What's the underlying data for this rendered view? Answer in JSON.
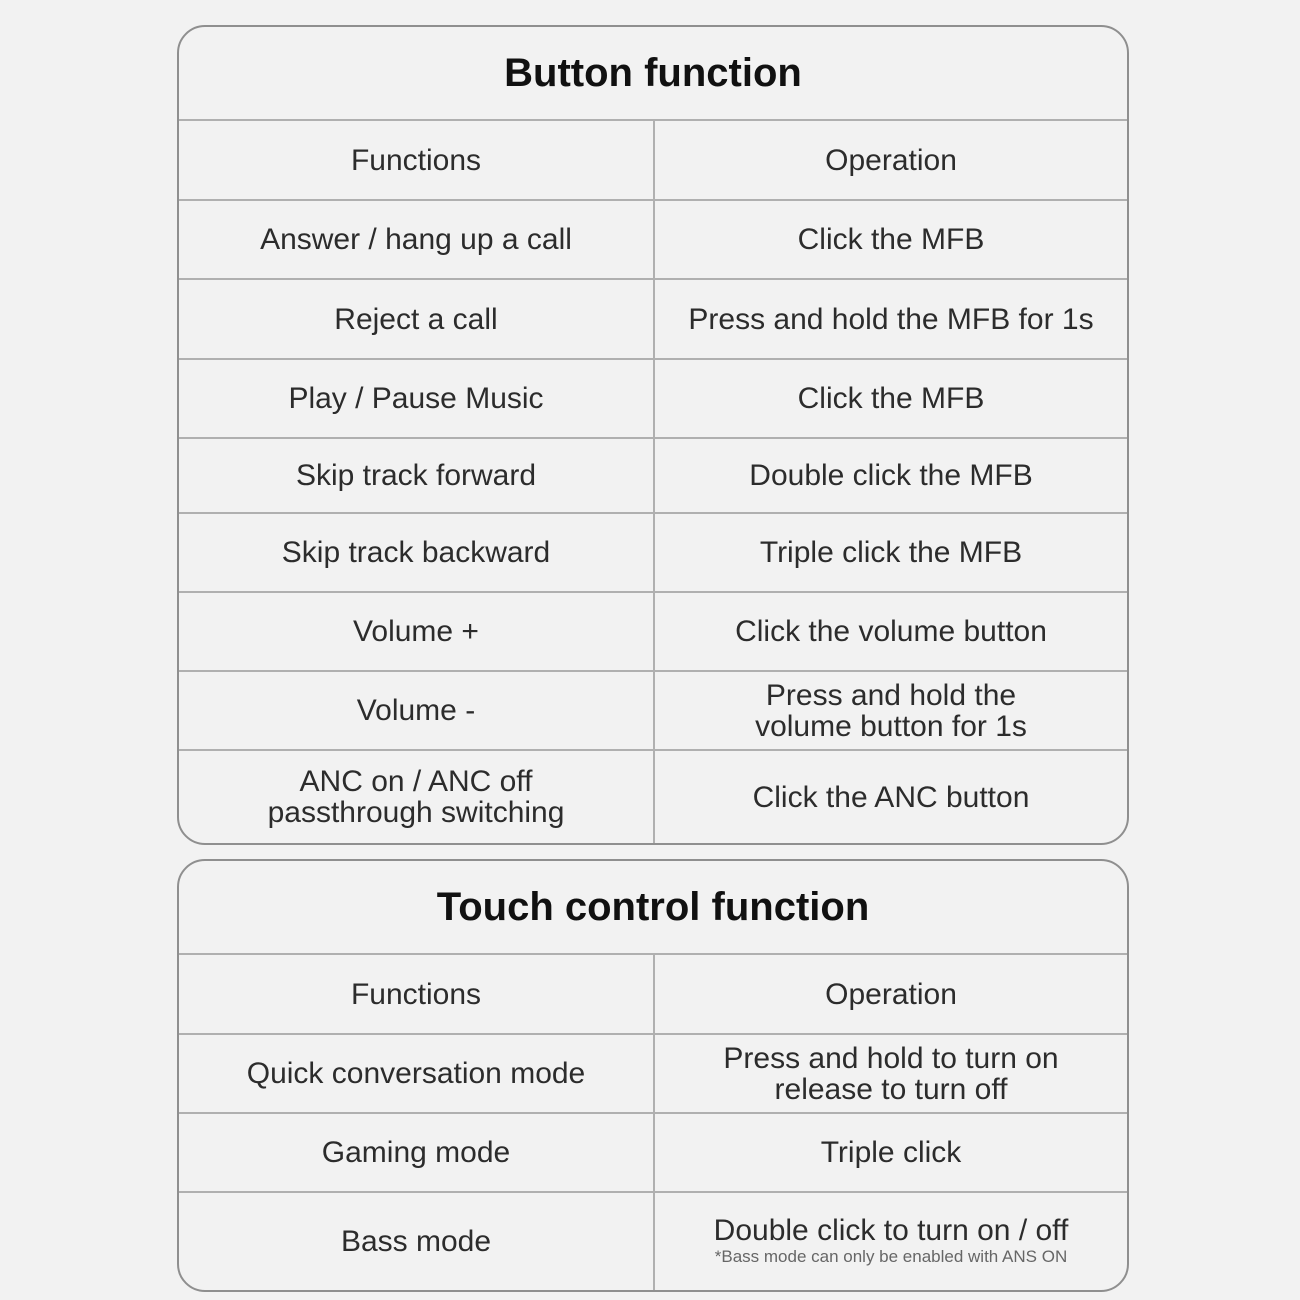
{
  "button_table": {
    "title": "Button function",
    "headers": [
      "Functions",
      "Operation"
    ],
    "rows": [
      {
        "function": "Answer / hang up a call",
        "operation": "Click the MFB"
      },
      {
        "function": "Reject a call",
        "operation": "Press and hold the MFB for 1s"
      },
      {
        "function": "Play / Pause Music",
        "operation": "Click the MFB"
      },
      {
        "function": "Skip track forward",
        "operation": "Double click the MFB"
      },
      {
        "function": "Skip track backward",
        "operation": "Triple click the MFB"
      },
      {
        "function": "Volume +",
        "operation": "Click the volume button"
      },
      {
        "function": "Volume -",
        "operation": "Press and hold the\nvolume button for 1s"
      },
      {
        "function": "ANC on / ANC off\npassthrough switching",
        "operation": "Click the ANC button"
      }
    ]
  },
  "touch_table": {
    "title": "Touch control function",
    "headers": [
      "Functions",
      "Operation"
    ],
    "rows": [
      {
        "function": "Quick conversation mode",
        "operation": "Press and hold to turn on\nrelease to turn off"
      },
      {
        "function": "Gaming mode",
        "operation": "Triple click"
      },
      {
        "function": "Bass mode",
        "operation": "Double click to turn on / off",
        "note": "*Bass mode can only be enabled with ANS ON"
      }
    ]
  }
}
